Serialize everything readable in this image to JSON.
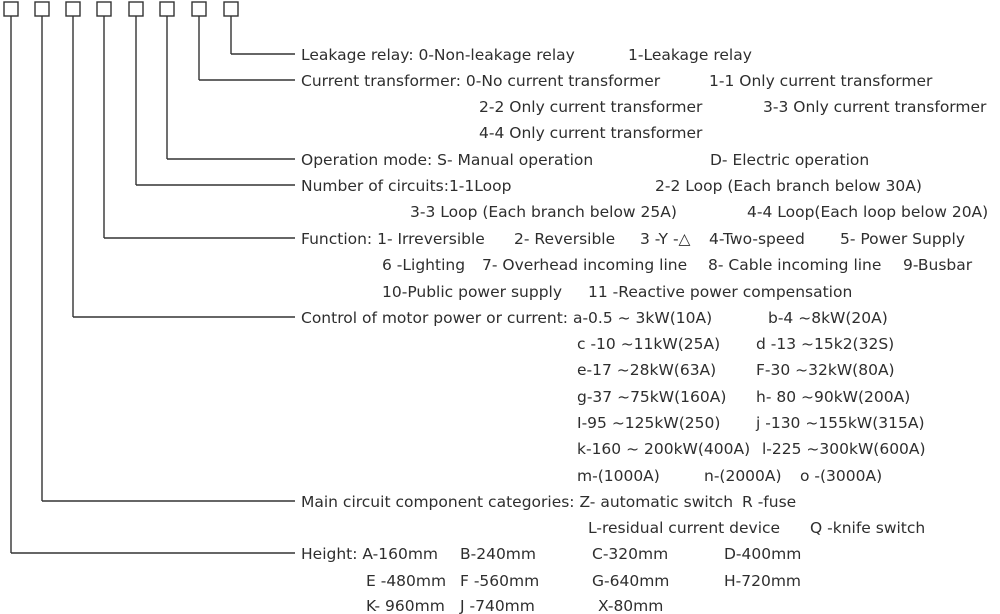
{
  "rows": [
    {
      "parts": [
        "Leakage relay: 0-Non-leakage relay",
        "1-Leakage relay"
      ]
    },
    {
      "parts": [
        "Current transformer: 0-No current transformer",
        "1-1 Only current transformer"
      ]
    },
    {
      "parts": [
        "2-2 Only current transformer",
        "3-3 Only current transformer"
      ]
    },
    {
      "parts": [
        "4-4 Only current transformer"
      ]
    },
    {
      "parts": [
        "Operation mode: S- Manual operation",
        "D- Electric operation"
      ]
    },
    {
      "parts": [
        "Number of circuits:1-1Loop",
        "2-2 Loop (Each branch below 30A)"
      ]
    },
    {
      "parts": [
        "3-3 Loop  (Each branch below 25A)",
        "4-4 Loop(Each loop below 20A)"
      ]
    },
    {
      "parts": [
        "Function: 1- Irreversible",
        "2- Reversible",
        "3 -Y -△",
        "4-Two-speed",
        "5- Power Supply"
      ]
    },
    {
      "parts": [
        "6 -Lighting",
        "7- Overhead incoming line",
        "8- Cable incoming line",
        "9-Busbar"
      ]
    },
    {
      "parts": [
        "10-Public power supply",
        "11 -Reactive power compensation"
      ]
    },
    {
      "parts": [
        "Control of motor power or current: a-0.5 ~ 3kW(10A)",
        "b-4  ~8kW(20A)"
      ]
    },
    {
      "parts": [
        "c -10 ~11kW(25A)",
        "d -13 ~15k2(32S)"
      ]
    },
    {
      "parts": [
        "e-17  ~28kW(63A)",
        "F-30 ~32kW(80A)"
      ]
    },
    {
      "parts": [
        "g-37 ~75kW(160A)",
        "h- 80 ~90kW(200A)"
      ]
    },
    {
      "parts": [
        "I-95  ~125kW(250)",
        "j -130 ~155kW(315A)"
      ]
    },
    {
      "parts": [
        "k-160 ~ 200kW(400A)",
        "l-225 ~300kW(600A)"
      ]
    },
    {
      "parts": [
        "m-(1000A)",
        "n-(2000A)",
        "o -(3000A)"
      ]
    },
    {
      "parts": [
        "Main circuit component categories: Z- automatic switch",
        "R -fuse"
      ]
    },
    {
      "parts": [
        "L-residual current device",
        "Q -knife switch"
      ]
    },
    {
      "parts": [
        "Height: A-160mm",
        "B-240mm",
        "C-320mm",
        "D-400mm"
      ]
    },
    {
      "parts": [
        "E -480mm",
        "F -560mm",
        "G-640mm",
        "H-720mm"
      ]
    },
    {
      "parts": [
        "K- 960mm",
        "J -740mm",
        "X-80mm"
      ]
    }
  ]
}
